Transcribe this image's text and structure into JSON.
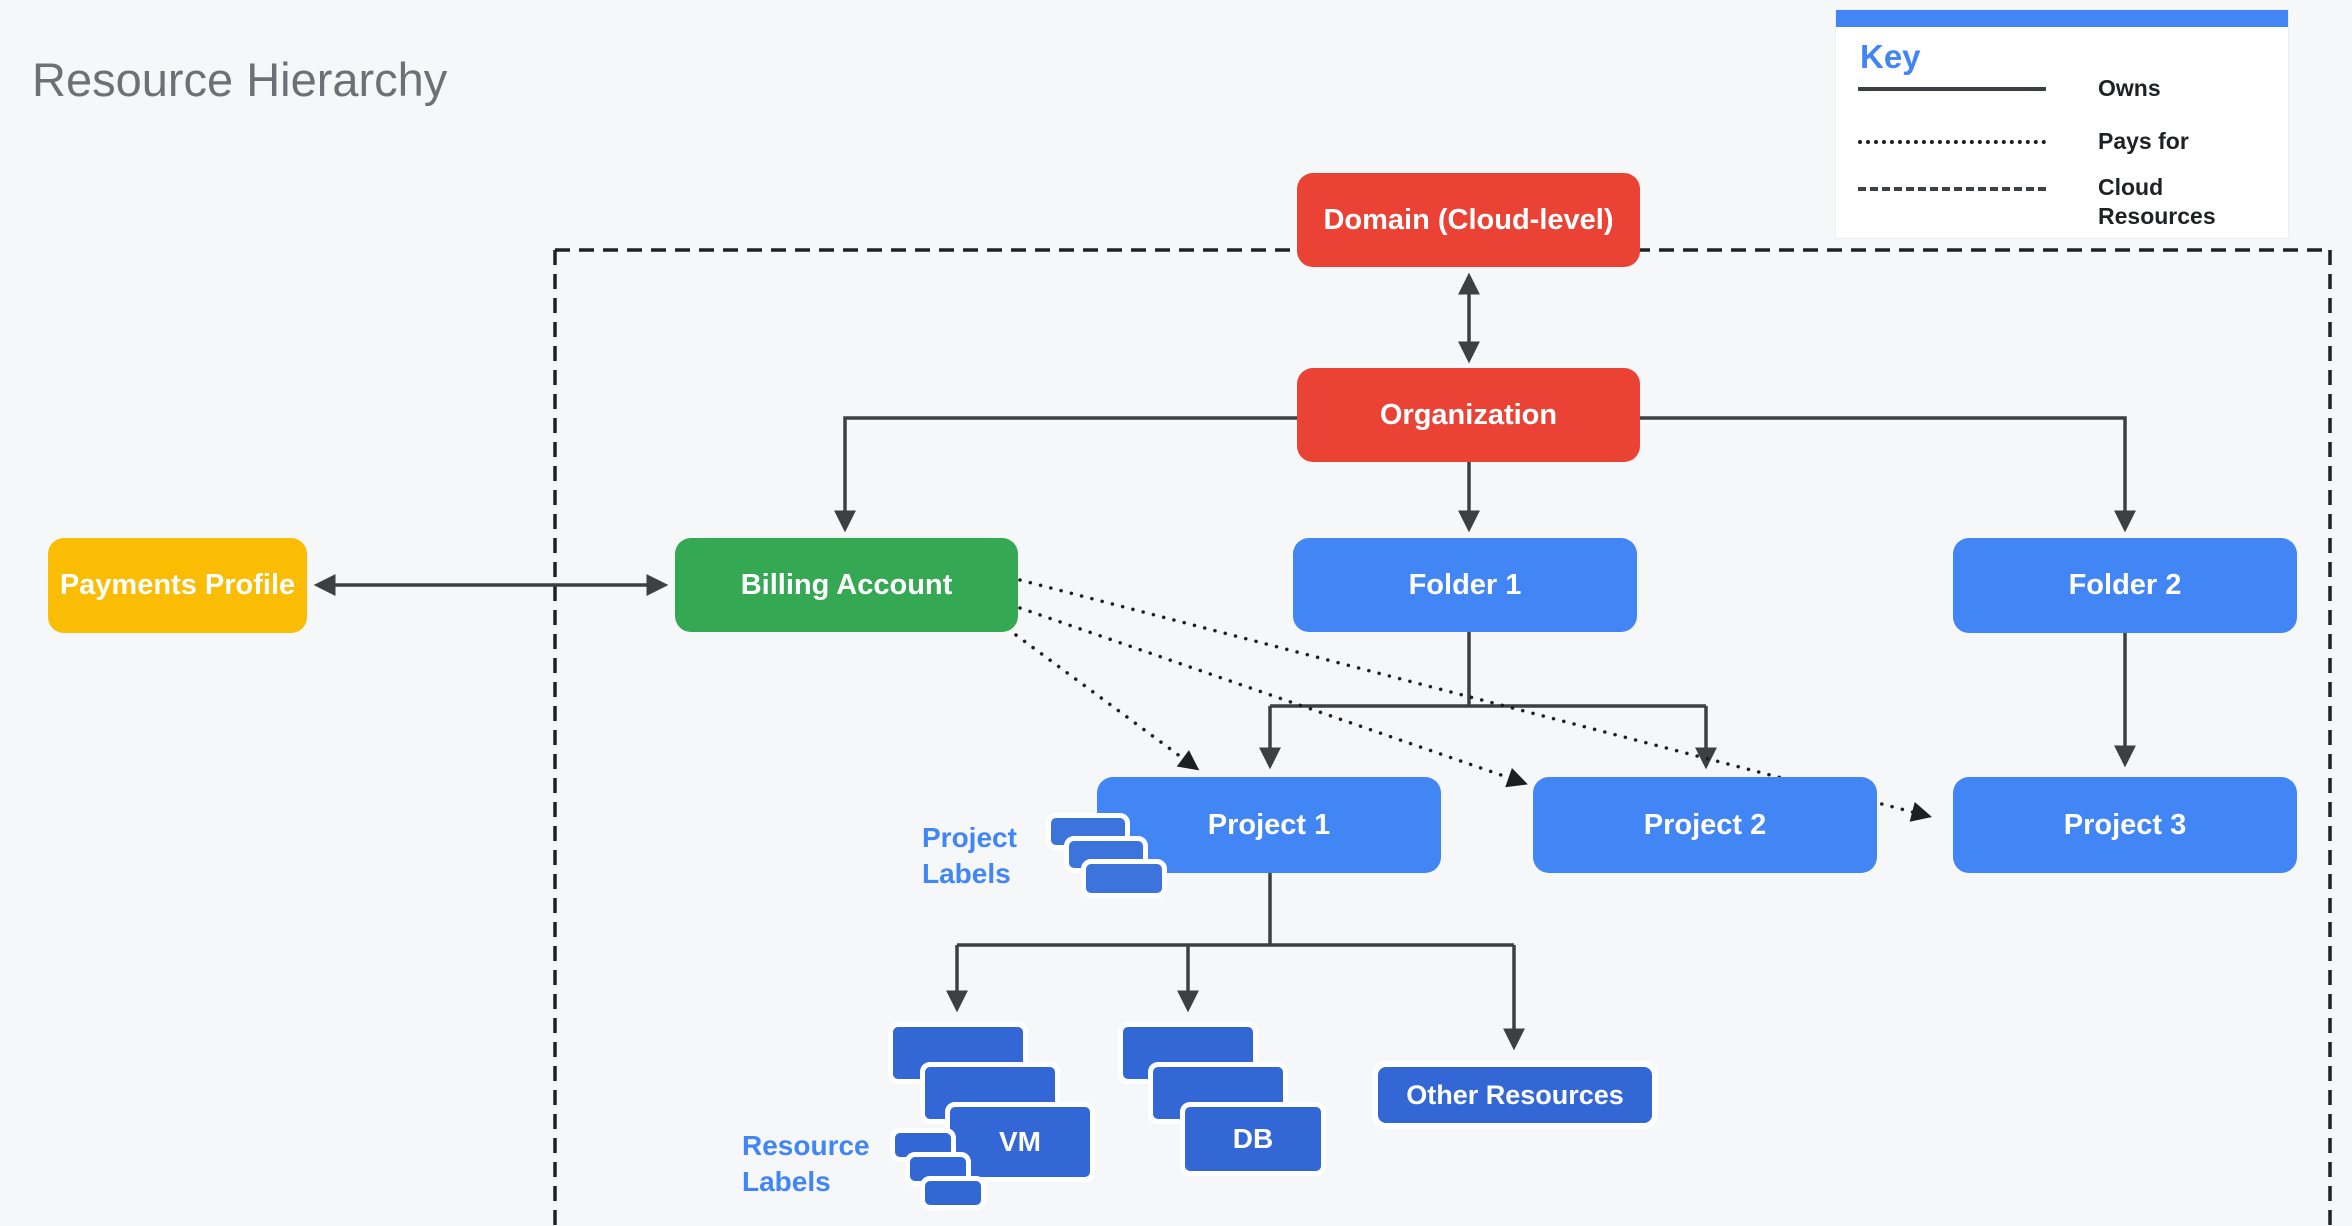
{
  "title": "Resource Hierarchy",
  "legend": {
    "title": "Key",
    "items": [
      {
        "line_style": "solid",
        "label": "Owns"
      },
      {
        "line_style": "dotted",
        "label": "Pays for"
      },
      {
        "line_style": "dashed",
        "label": "Cloud\nResources"
      }
    ]
  },
  "nodes": {
    "domain": {
      "label": "Domain (Cloud-level)",
      "color": "#EA4335"
    },
    "organization": {
      "label": "Organization",
      "color": "#EA4335"
    },
    "payments_profile": {
      "label": "Payments Profile",
      "color": "#FBBC04"
    },
    "billing_account": {
      "label": "Billing Account",
      "color": "#34A853"
    },
    "folder1": {
      "label": "Folder 1",
      "color": "#4285F4"
    },
    "folder2": {
      "label": "Folder 2",
      "color": "#4285F4"
    },
    "project1": {
      "label": "Project 1",
      "color": "#4285F4"
    },
    "project2": {
      "label": "Project 2",
      "color": "#4285F4"
    },
    "project3": {
      "label": "Project 3",
      "color": "#4285F4"
    },
    "vm": {
      "label": "VM",
      "color": "#3367D6"
    },
    "db": {
      "label": "DB",
      "color": "#3367D6"
    },
    "other_resources": {
      "label": "Other Resources",
      "color": "#3367D6"
    }
  },
  "annotations": {
    "project_labels": "Project\nLabels",
    "resource_labels": "Resource\nLabels"
  },
  "colors": {
    "background": "#F6F7F9",
    "title_text": "#6D7175",
    "edge_line": "#3C4043",
    "dotted_line": "#1F1F1F",
    "dashed_boundary": "#202124",
    "annotation_text": "#4285F4",
    "legend_accent": "#4285F4",
    "stack_card": "#3367D6",
    "project_label_card": "#3D74DC"
  }
}
